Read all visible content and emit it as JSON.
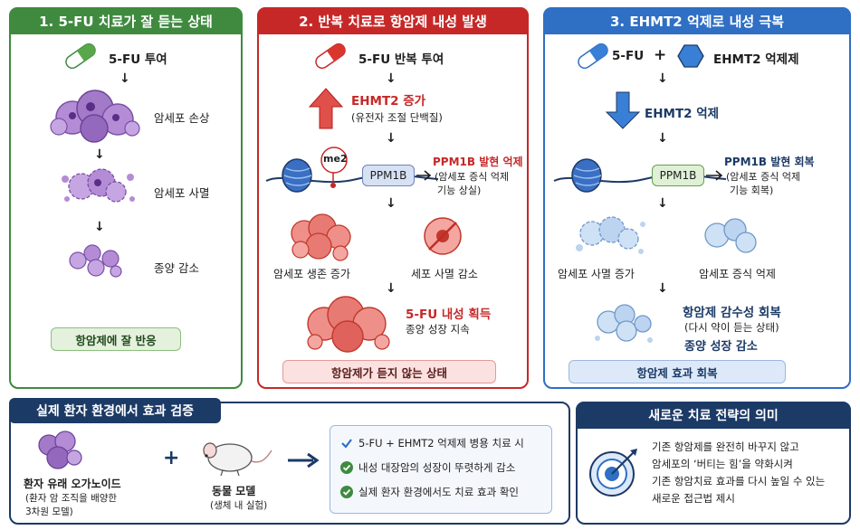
{
  "panel1": {
    "title": "1. 5-FU 치료가 잘 듣는 상태",
    "step1": "5-FU 투여",
    "step2": "암세포 손상",
    "step3": "암세포 사멸",
    "step4": "종양 감소",
    "footer": "항암제에 잘 반응"
  },
  "panel2": {
    "title": "2. 반복 치료로 항암제 내성 발생",
    "step1": "5-FU 반복 투여",
    "ehmt2_up": "EHMT2 증가",
    "ehmt2_desc": "(유전자 조절 단백질)",
    "me2": "me2",
    "ppm1b": "PPM1B",
    "ppm1b_effect": "PPM1B 발현 억제",
    "ppm1b_desc1": "(암세포 증식 억제",
    "ppm1b_desc2": "기능 상실)",
    "survival_up": "암세포 생존 증가",
    "death_down": "세포 사멸 감소",
    "resistance": "5-FU 내성 획득",
    "growth": "종양 성장 지속",
    "footer": "항암제가 듣지 않는 상태"
  },
  "panel3": {
    "title": "3. EHMT2 억제로 내성 극복",
    "drug1": "5-FU",
    "plus": "+",
    "drug2": "EHMT2 억제제",
    "ehmt2_down": "EHMT2 억제",
    "ppm1b": "PPM1B",
    "ppm1b_effect": "PPM1B 발현 회복",
    "ppm1b_desc1": "(암세포 증식 억제",
    "ppm1b_desc2": "기능 회복)",
    "death_up": "암세포 사멸 증가",
    "prolif_down": "암세포 증식 억제",
    "sensitivity": "항암제 감수성 회복",
    "sensitivity_desc": "(다시 약이 듣는 상태)",
    "tumor_down": "종양 성장 감소",
    "footer": "항암제 효과 회복"
  },
  "validation": {
    "title": "실제 환자 환경에서 효과 검증",
    "organoid": "환자 유래 오가노이드",
    "organoid_desc1": "(환자 암 조직을 배양한",
    "organoid_desc2": "3차원 모델)",
    "plus": "+",
    "animal": "동물 모델",
    "animal_desc": "(생체 내 실험)",
    "results": [
      "5-FU + EHMT2 억제제 병용 치료 시",
      "내성 대장암의 성장이 뚜렷하게 감소",
      "실제 환자 환경에서도 치료 효과 확인"
    ]
  },
  "meaning": {
    "title": "새로운 치료 전략의 의미",
    "lines": [
      "기존 항암제를 완전히 바꾸지 않고",
      "암세포의 ‘버티는 힘’을 약화시켜",
      "기존 항암치료 효과를 다시 높일 수 있는",
      "새로운 접근법 제시"
    ]
  },
  "colors": {
    "green": "#3f8a3f",
    "red": "#c62828",
    "blue": "#2f6fc4",
    "navy": "#1c3a66"
  }
}
